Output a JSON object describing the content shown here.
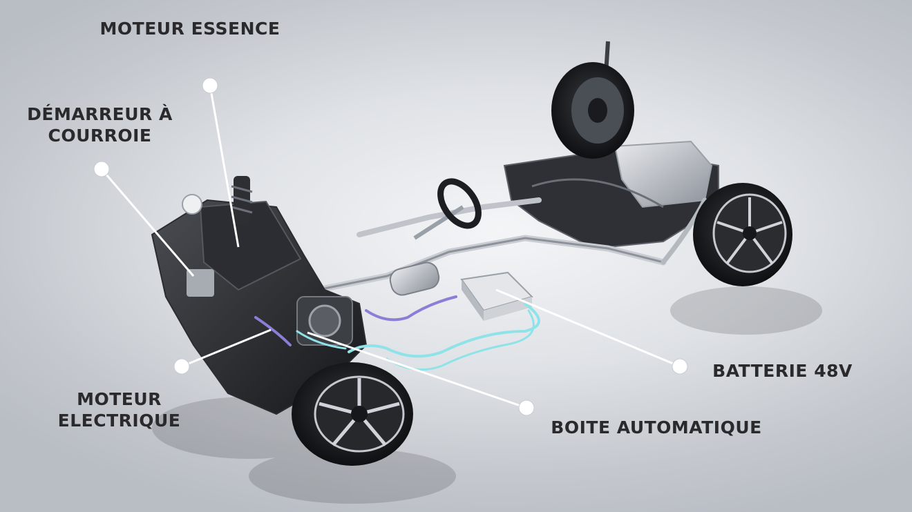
{
  "labels": {
    "moteur_essence": "MOTEUR ESSENCE",
    "demarreur": "DÉMARREUR À\nCOURROIE",
    "moteur_electrique": "MOTEUR\nELECTRIQUE",
    "boite_automatique": "BOITE AUTOMATIQUE",
    "batterie": "BATTERIE 48V"
  },
  "colors": {
    "label_text": "#2a2a2c",
    "leader_line": "#ffffff",
    "hybrid_cable": "#8fe3e8",
    "hv_cable": "#8a7fd6"
  }
}
